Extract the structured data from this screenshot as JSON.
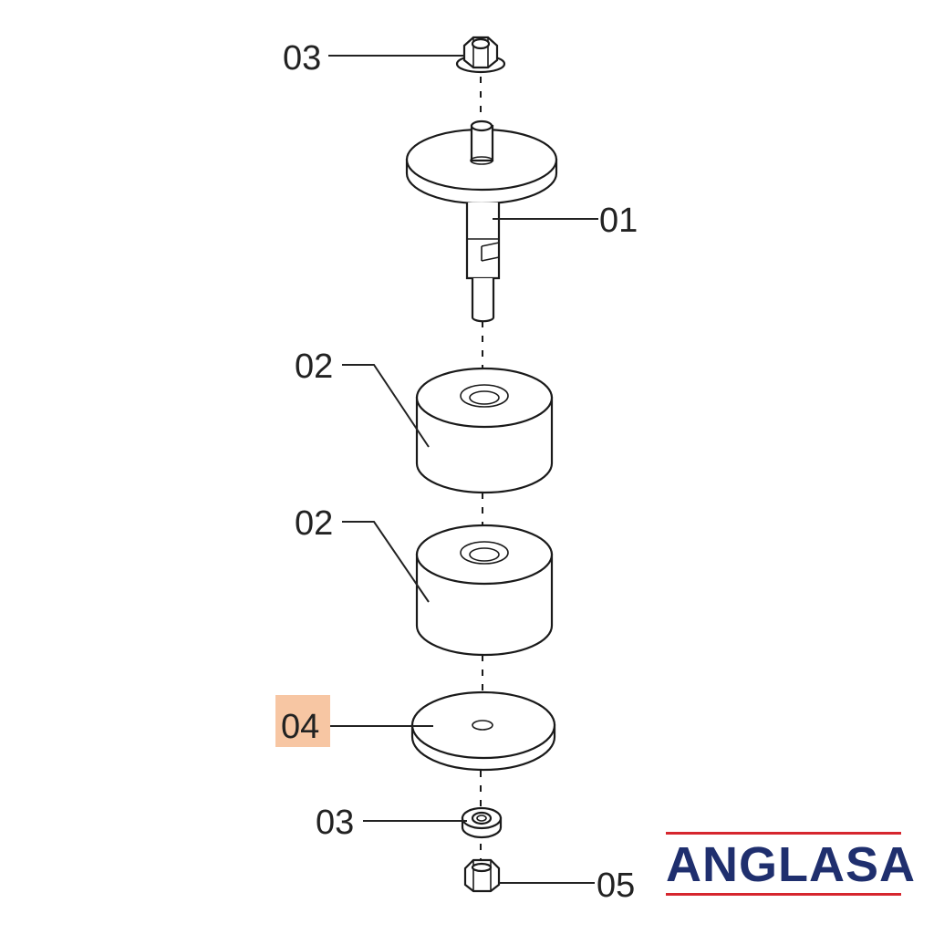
{
  "diagram": {
    "labels": {
      "nut_top": "03",
      "shaft": "01",
      "bushing_upper": "02",
      "bushing_lower": "02",
      "washer": "04",
      "nut_bottom": "03",
      "hex_nut": "05"
    },
    "highlight": {
      "part": "04",
      "color": "#f7c6a3"
    }
  },
  "brand": {
    "name": "ANGLASA",
    "text_color": "#1f2f6e",
    "rule_color": "#d6262e"
  }
}
